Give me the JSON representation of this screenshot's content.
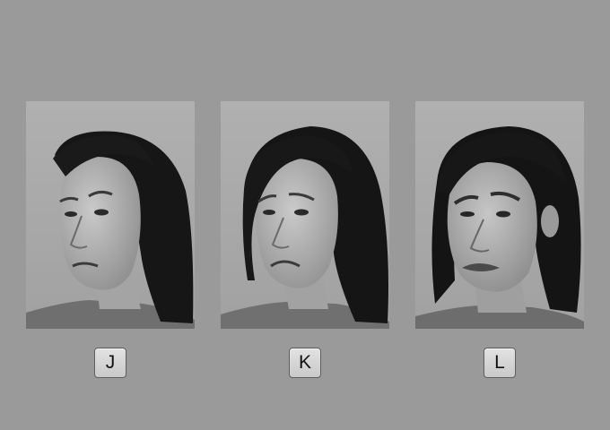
{
  "stimuli": [
    {
      "option": "J",
      "icon": "face-photo-icon"
    },
    {
      "option": "K",
      "icon": "face-photo-icon"
    },
    {
      "option": "L",
      "icon": "face-photo-icon"
    }
  ],
  "buttons": {
    "j_label": "J",
    "k_label": "K",
    "l_label": "L"
  },
  "colors": {
    "background": "#9a9a9a",
    "button_face": "#d6d6d6",
    "button_border": "#5e5e5e"
  }
}
